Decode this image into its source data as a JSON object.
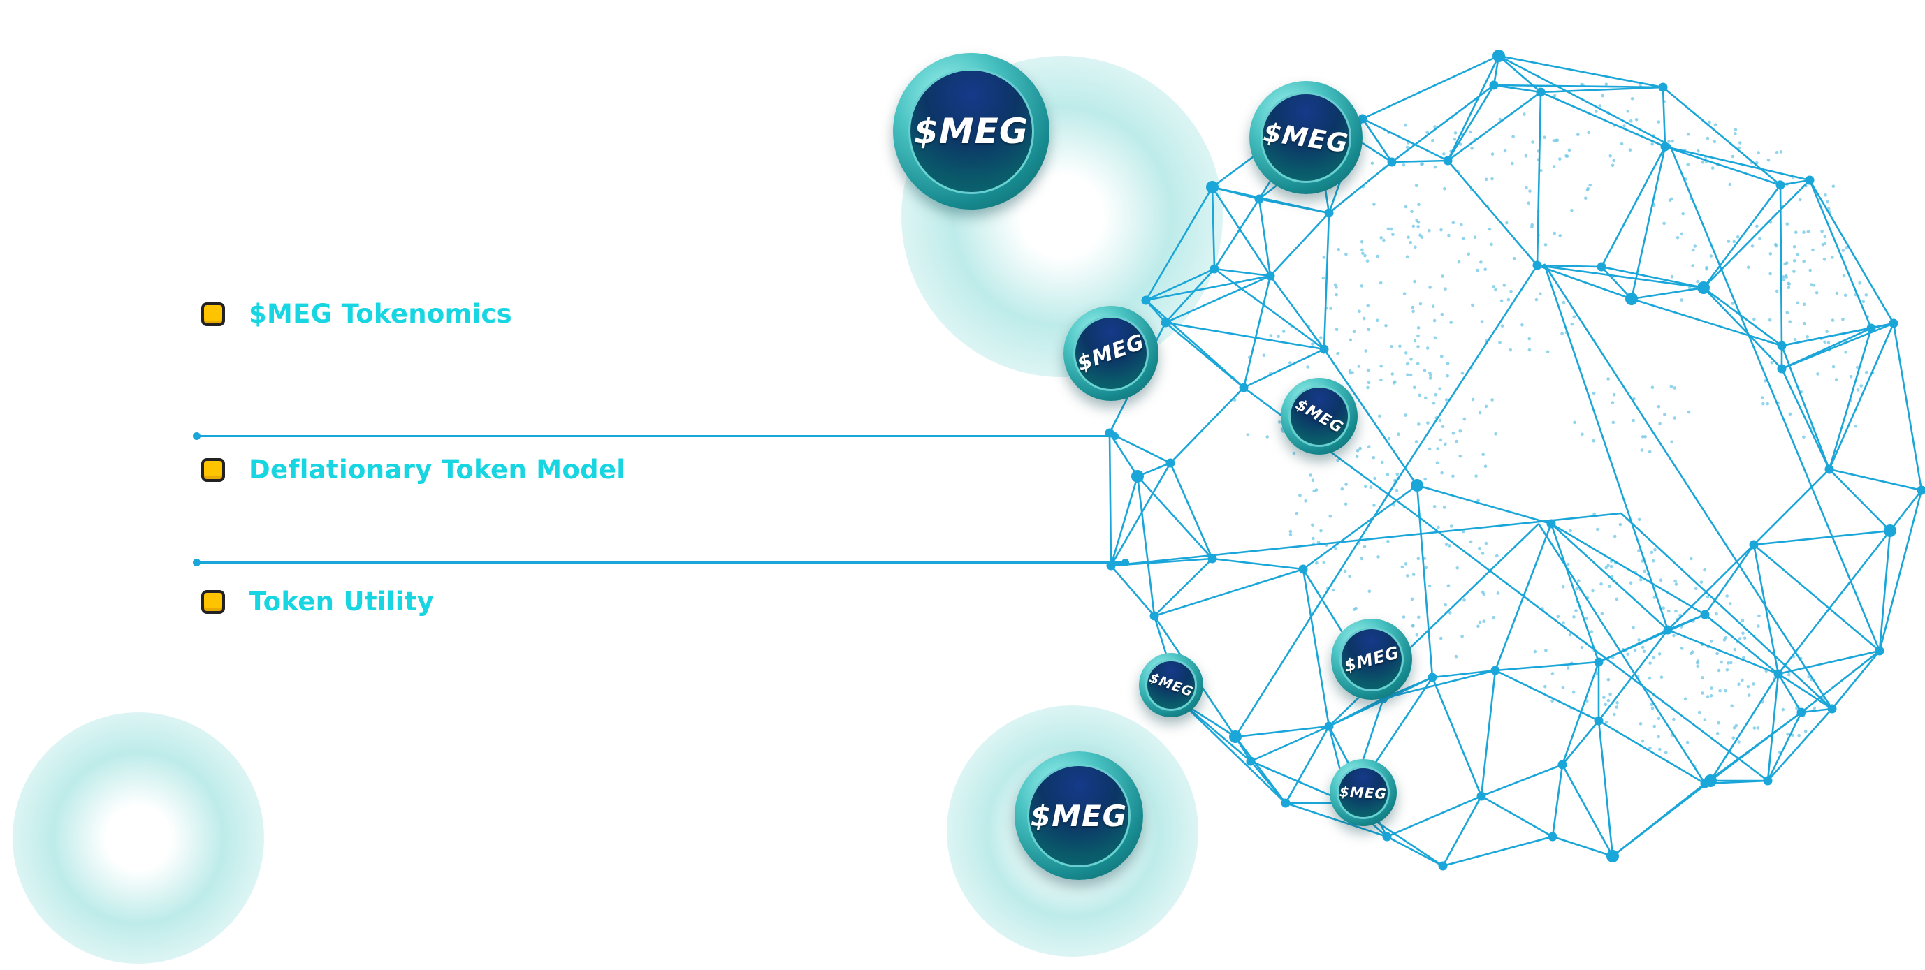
{
  "menu": {
    "items": [
      {
        "label": "$MEG Tokenomics"
      },
      {
        "label": "Deflationary Token Model"
      },
      {
        "label": "Token Utility"
      }
    ]
  },
  "coins": [
    {
      "label": "$MEG",
      "rotation_deg": 0
    },
    {
      "label": "$MEG",
      "rotation_deg": 8
    },
    {
      "label": "$MEG",
      "rotation_deg": -20
    },
    {
      "label": "$MEG",
      "rotation_deg": 30
    },
    {
      "label": "$MEG",
      "rotation_deg": -15
    },
    {
      "label": "$MEG",
      "rotation_deg": 20
    },
    {
      "label": "$MEG",
      "rotation_deg": 3
    },
    {
      "label": "$MEG",
      "rotation_deg": 0
    }
  ],
  "colors": {
    "accent_text": "#17d6e2",
    "bullet": "#ffc400",
    "network_line": "#1aa6d8",
    "map_dots": "#6cc6e4",
    "glow": "#b2e8e6"
  },
  "icons": {
    "bullet": "square-bullet-icon",
    "coin": "meg-coin-icon",
    "globe": "network-globe-icon"
  }
}
